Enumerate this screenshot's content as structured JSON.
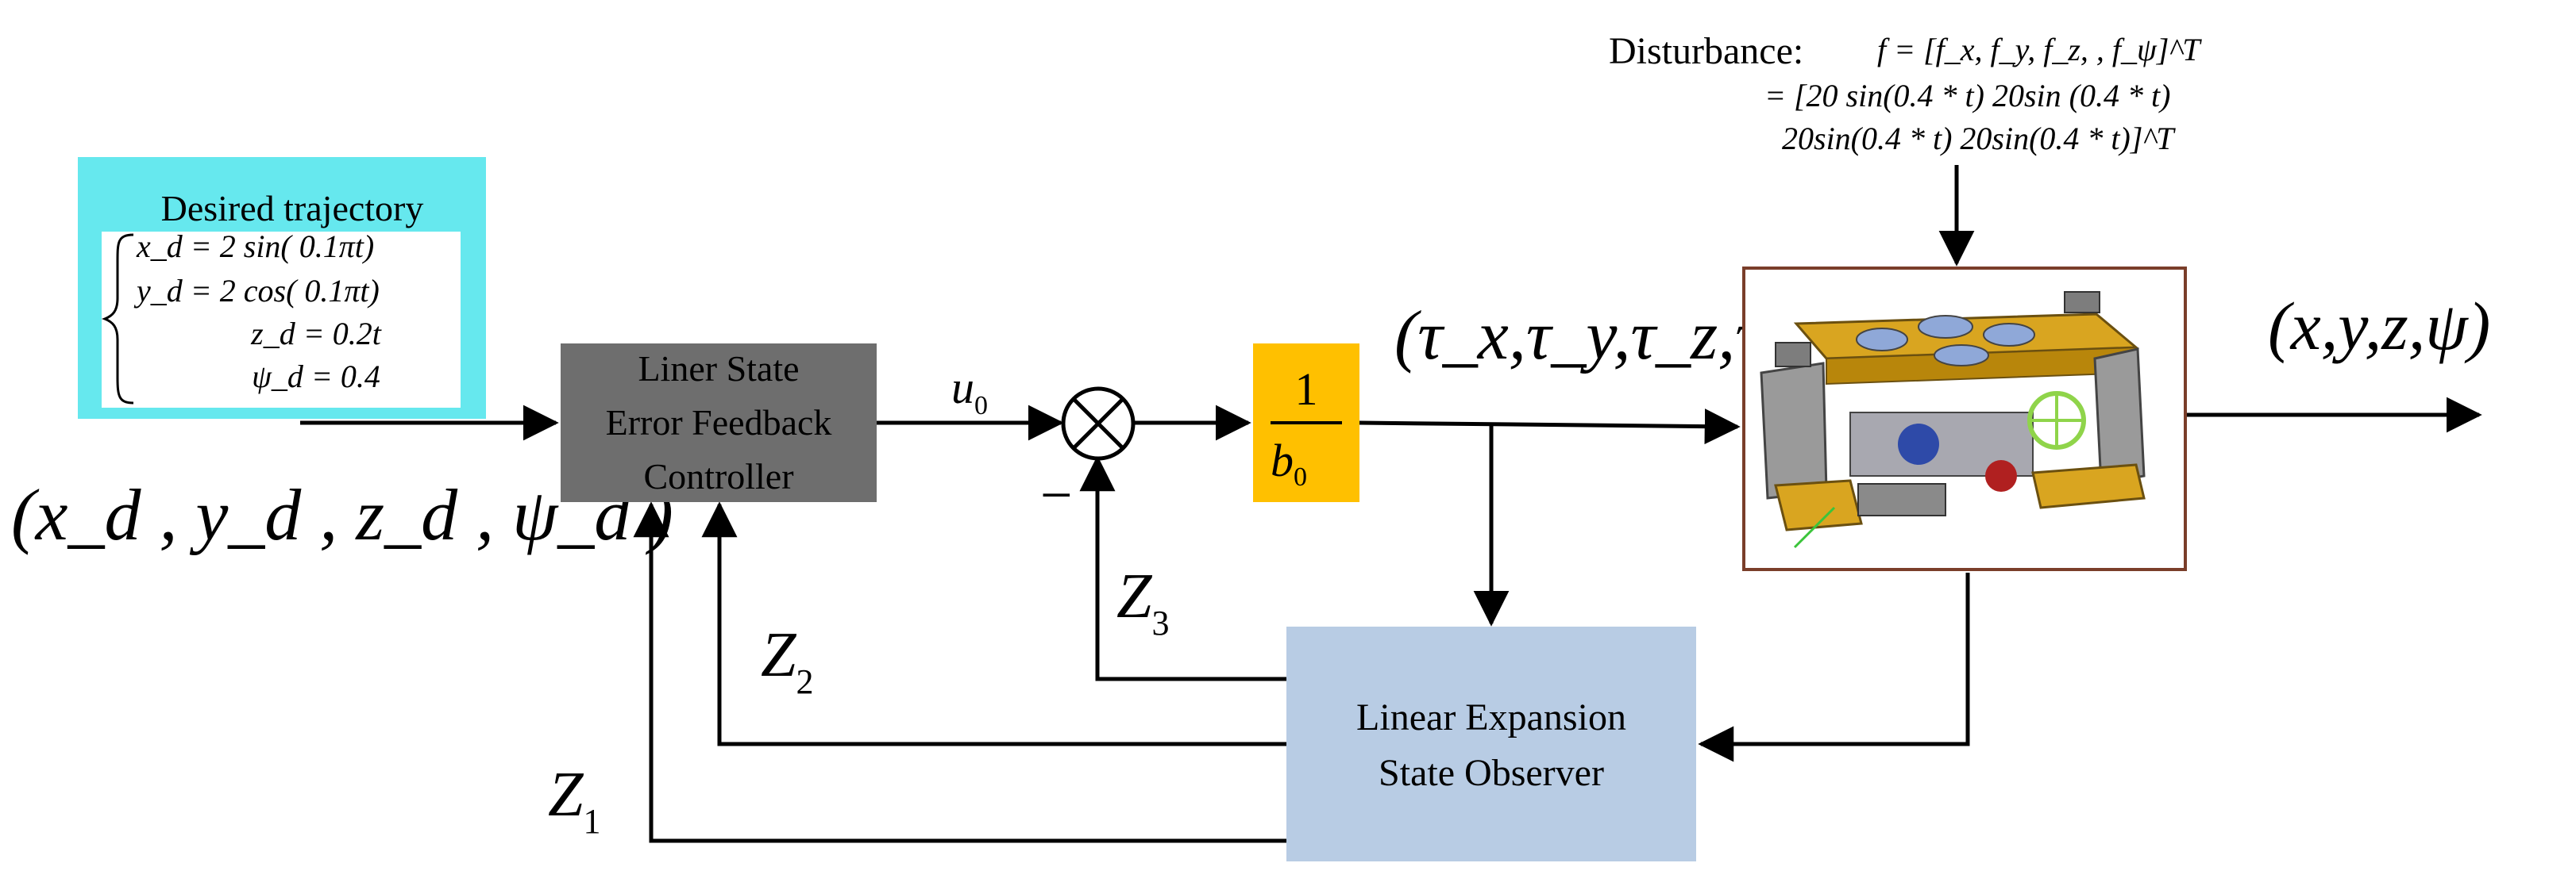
{
  "colors": {
    "background": "#ffffff",
    "trajectory_box_border": "#66E8EE",
    "controller_box": "#6E6E6E",
    "gain_box": "#FFC000",
    "observer_box": "#B8CCE4",
    "robot_frame": "#7A3E2A",
    "line": "#000000"
  },
  "trajectory": {
    "title": "Desired trajectory",
    "eq1": "x_d = 2 sin( 0.1πt)",
    "eq2": "y_d = 2 cos( 0.1πt)",
    "eq3": "z_d = 0.2t",
    "eq4": "ψ_d = 0.4"
  },
  "input_signal": "(x_d , y_d , z_d , ψ_d )",
  "controller": {
    "line1": "Liner State",
    "line2": "Error Feedback",
    "line3": "Controller"
  },
  "u0_label": "u_0",
  "minus_sign": "−",
  "summing_junction_icon": "circle-x-icon",
  "gain": {
    "numerator": "1",
    "denominator": "b_0"
  },
  "tau_label": "(τ_x,τ_y,τ_z,τ_ψ)",
  "output_label": "(x,y,z,ψ)",
  "disturbance": {
    "label": "Disturbance:",
    "line1": "f = [f_x, f_y, f_z, , f_ψ]^T",
    "line2": "= [20 sin(0.4 * t)  20sin (0.4 * t)",
    "line3": "20sin(0.4 * t)  20sin(0.4 * t)]^T"
  },
  "robot_icon": "underwater-robot-icon",
  "observer": {
    "line1": "Linear Expansion",
    "line2": "State Observer"
  },
  "feedback": {
    "z1": "Z_1",
    "z2": "Z_2",
    "z3": "Z_3"
  }
}
